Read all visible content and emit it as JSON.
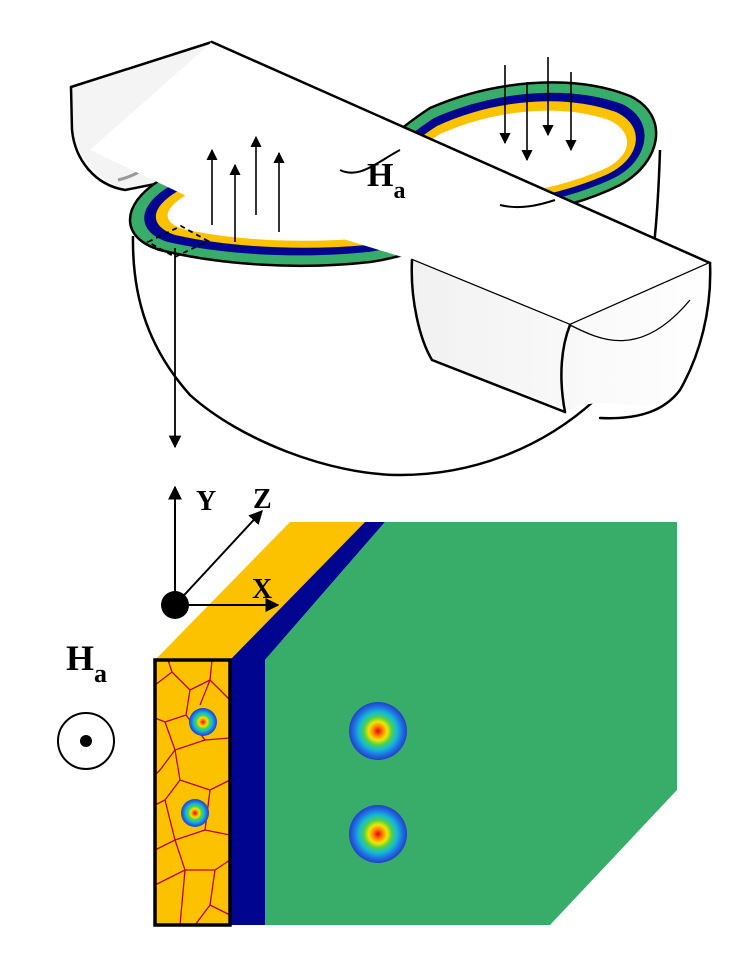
{
  "labels": {
    "field_top": "H",
    "field_top_sub": "a",
    "field_left": "H",
    "field_left_sub": "a",
    "axis_y": "Y",
    "axis_z": "Z",
    "axis_x": "X"
  },
  "colors": {
    "yellow_layer": "#fcc200",
    "blue_layer": "#00058f",
    "green_layer": "#38ad6a",
    "grain_boundary": "#c2001a",
    "vortex_core": "#e8001c"
  },
  "icons": {
    "field_out_of_page": "circle-dot-icon",
    "arrows": "arrow-icon"
  }
}
